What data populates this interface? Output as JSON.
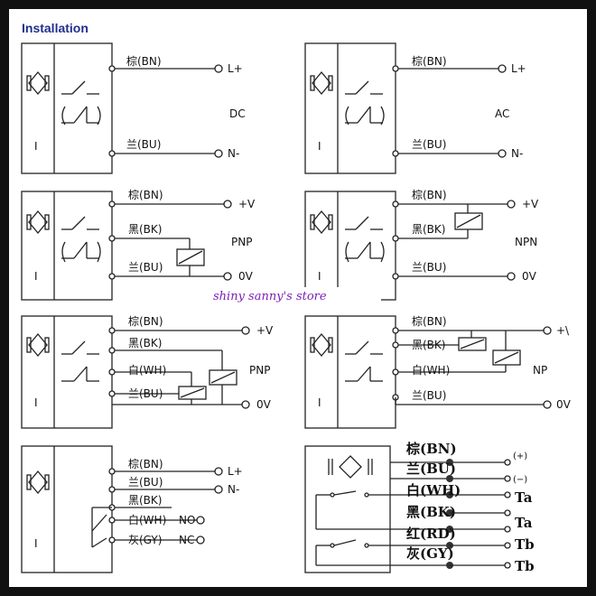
{
  "title": "Installation",
  "watermark": "shiny sanny's store",
  "sensor_symbol": "I",
  "wires": {
    "bn": "棕(BN)",
    "bu": "兰(BU)",
    "bk": "黑(BK)",
    "wh": "白(WH)",
    "gy": "灰(GY)",
    "rd": "红(RD)"
  },
  "terminals": {
    "lplus": "L+",
    "nminus": "N-",
    "plusv": "+V",
    "zerov": "0V",
    "plus_cut": "+\\",
    "ta": "Ta",
    "tb": "Tb",
    "plus_sym": "(+)",
    "minus_sym": "(−)"
  },
  "types": {
    "dc": "DC",
    "ac": "AC",
    "pnp": "PNP",
    "npn": "NPN",
    "npn_cut": "NP",
    "no": "NO",
    "nc": "NC"
  }
}
